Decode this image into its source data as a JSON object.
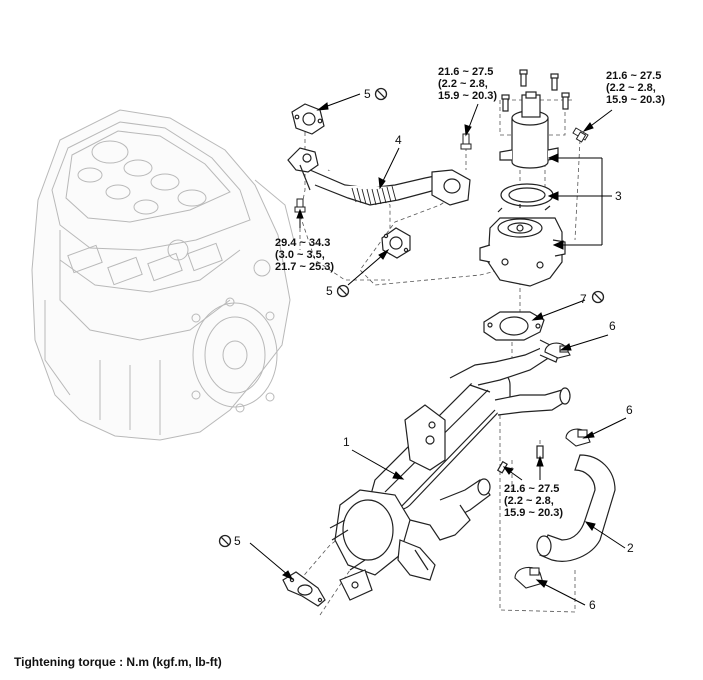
{
  "callouts": {
    "c1": "1",
    "c2": "2",
    "c3": "3",
    "c4": "4",
    "c5a": "5",
    "c5b": "5",
    "c5c": "5",
    "c6a": "6",
    "c6b": "6",
    "c6c": "6",
    "c7": "7"
  },
  "torques": {
    "t_valve_top": "21.6 ~ 27.5\n(2.2 ~ 2.8,\n15.9 ~ 20.3)",
    "t_valve_right": "21.6 ~ 27.5\n(2.2 ~ 2.8,\n15.9 ~ 20.3)",
    "t_pipe": "29.4 ~ 34.3\n(3.0 ~ 3.5,\n21.7 ~ 25.3)",
    "t_cooler": "21.6 ~ 27.5\n(2.2 ~ 2.8,\n15.9 ~ 20.3)"
  },
  "footer": "Tightening torque : N.m (kgf.m, lb-ft)",
  "icons": [
    "do-not-reuse-icon"
  ]
}
